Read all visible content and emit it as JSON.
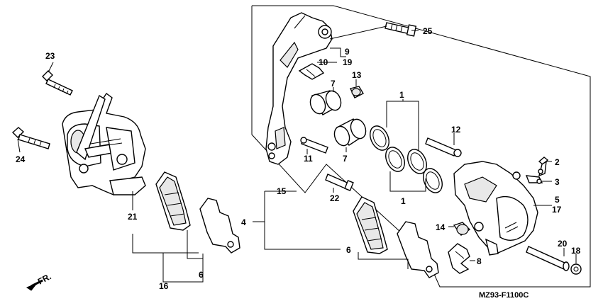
{
  "diagram_code": "MZ93-F1100C",
  "direction_label": "FR.",
  "callouts": {
    "c1a": "1",
    "c1b": "1",
    "c2": "2",
    "c3": "3",
    "c4": "4",
    "c5": "5",
    "c6a": "6",
    "c6b": "6",
    "c7a": "7",
    "c7b": "7",
    "c8": "8",
    "c9": "9",
    "c10": "10",
    "c11": "11",
    "c12": "12",
    "c13": "13",
    "c14": "14",
    "c15": "15",
    "c16": "16",
    "c17": "17",
    "c18": "18",
    "c19": "19",
    "c20": "20",
    "c21": "21",
    "c22": "22",
    "c23": "23",
    "c24": "24",
    "c25": "25"
  }
}
